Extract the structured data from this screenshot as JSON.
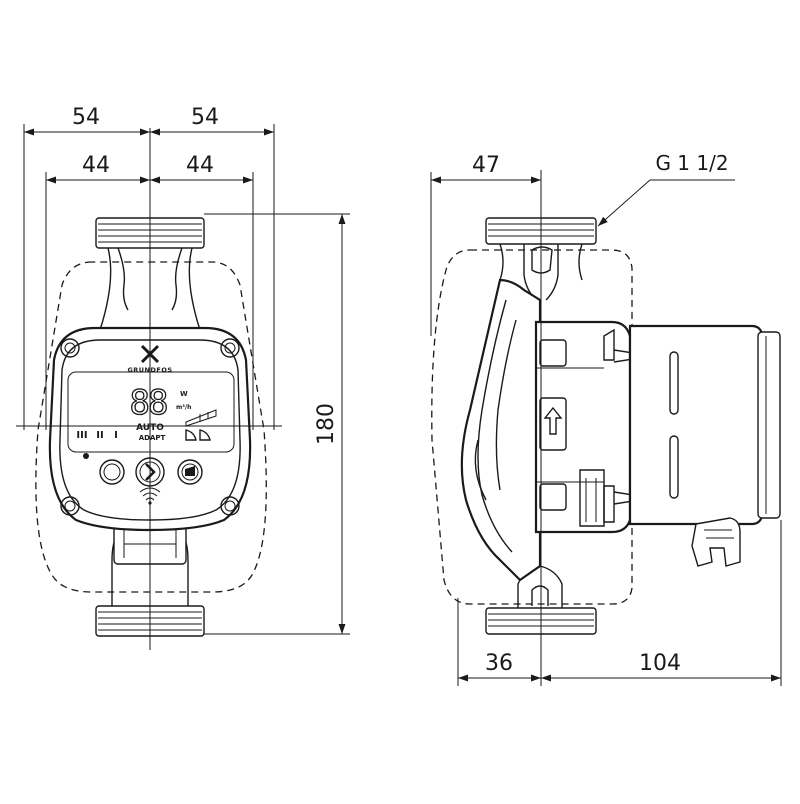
{
  "dimensions": {
    "front_outer_left": "54",
    "front_outer_right": "54",
    "front_inner_left": "44",
    "front_inner_right": "44",
    "height": "180",
    "side_top": "47",
    "side_bottom_left": "36",
    "side_bottom_right": "104"
  },
  "thread_label": "G 1 1/2",
  "panel": {
    "brand": "GRUNDFOS",
    "display_digits": "88",
    "unit_power": "W",
    "unit_flow": "m³/h",
    "mode_auto": "AUTO",
    "mode_adapt": "ADAPT",
    "speed_labels": [
      "III",
      "II",
      "I"
    ]
  }
}
